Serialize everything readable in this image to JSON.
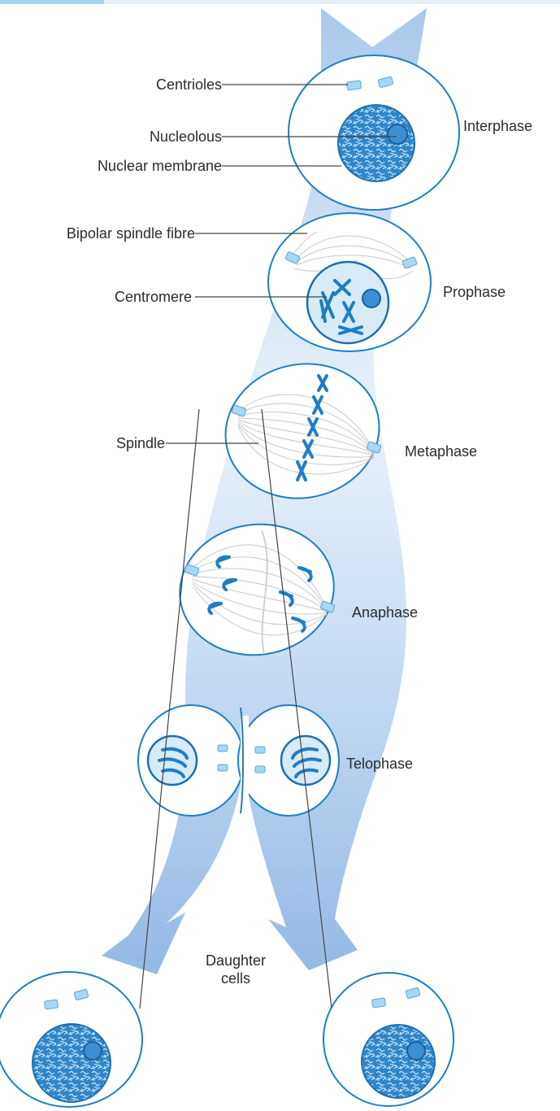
{
  "labels": {
    "centrioles": "Centrioles",
    "nucleolous": "Nucleolous",
    "nuclear_membrane": "Nuclear membrane",
    "bipolar_spindle_fibre": "Bipolar spindle fibre",
    "centromere": "Centromere",
    "spindle": "Spindle",
    "daughter_cells_line1": "Daughter",
    "daughter_cells_line2": "cells"
  },
  "phases": {
    "interphase": "Interphase",
    "prophase": "Prophase",
    "metaphase": "Metaphase",
    "anaphase": "Anaphase",
    "telophase": "Telophase"
  },
  "colors": {
    "arrow": "#b8d2ef",
    "cell_outline": "#1d7fc1",
    "chromatin": "#2e86c9",
    "centriole": "#a9d6f2"
  }
}
